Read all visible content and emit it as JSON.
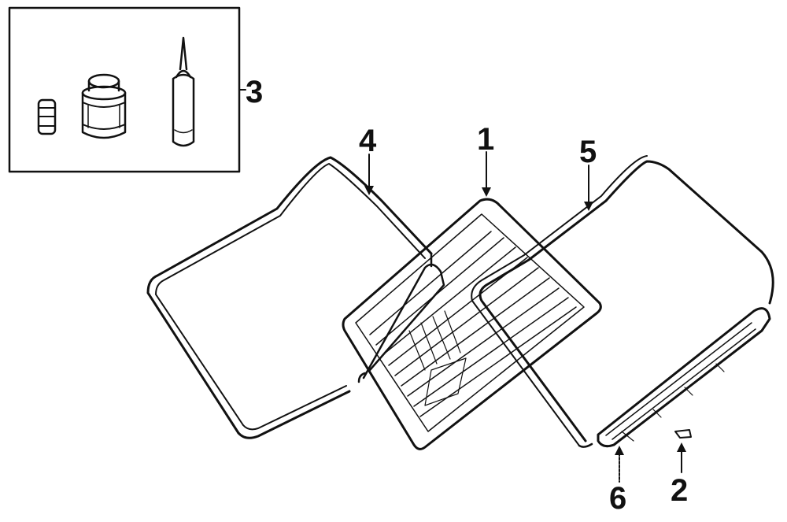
{
  "diagram": {
    "callouts": [
      {
        "id": "1",
        "label": "1"
      },
      {
        "id": "2",
        "label": "2"
      },
      {
        "id": "3",
        "label": "3"
      },
      {
        "id": "4",
        "label": "4"
      },
      {
        "id": "5",
        "label": "5"
      },
      {
        "id": "6",
        "label": "6"
      }
    ],
    "ink_color": "#111111",
    "background_color": "#ffffff"
  }
}
